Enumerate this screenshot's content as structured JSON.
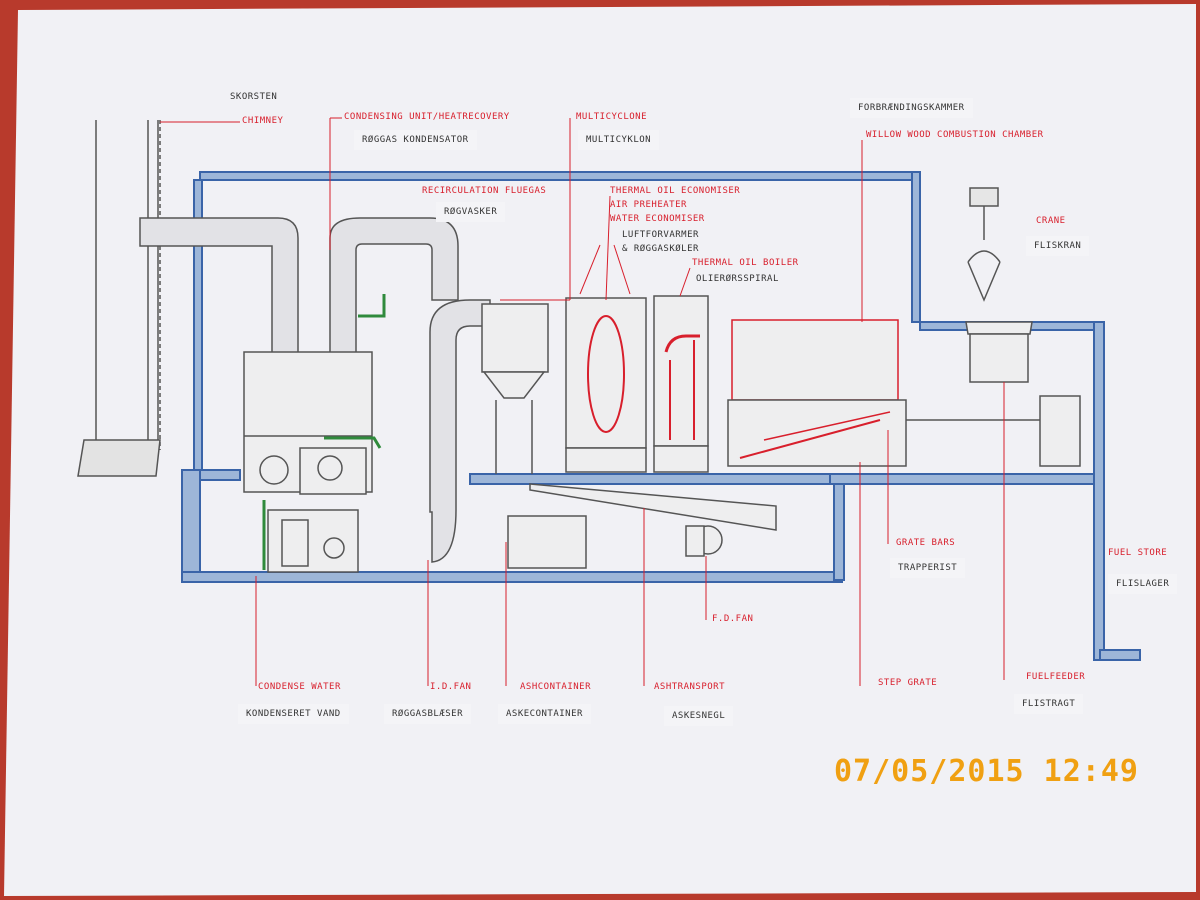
{
  "labels": {
    "skorsten": "SKORSTEN",
    "chimney": "CHIMNEY",
    "condensing_unit": "CONDENSING UNIT/HEATRECOVERY",
    "roggas_kondensator": "RØGGAS KONDENSATOR",
    "multicyclone": "MULTICYCLONE",
    "multicyklon": "MULTICYKLON",
    "forbraendingskammer": "FORBRÆNDINGSKAMMER",
    "willow_chamber": "WILLOW WOOD COMBUSTION CHAMBER",
    "recirculation": "RECIRCULATION FLUEGAS",
    "rogvasker": "RØGVASKER",
    "thermal_oil_economiser": "THERMAL OIL ECONOMISER",
    "air_preheater": "AIR PREHEATER",
    "water_economiser": "WATER ECONOMISER",
    "luftforvarmer": "LUFTFORVARMER",
    "roggaskoler": "& RØGGASKØLER",
    "thermal_oil_boiler": "THERMAL OIL BOILER",
    "olierorsspiral": "OLIERØRSSPIRAL",
    "crane": "CRANE",
    "fliskran": "FLISKRAN",
    "grate_bars": "GRATE BARS",
    "trapperist": "TRAPPERIST",
    "fuel_store": "FUEL STORE",
    "flislager": "FLISLAGER",
    "fd_fan": "F.D.FAN",
    "condense_water": "CONDENSE WATER",
    "kondenseret_vand": "KONDENSERET VAND",
    "id_fan": "I.D.FAN",
    "roggasblaeser": "RØGGASBLÆSER",
    "ashcontainer": "ASHCONTAINER",
    "askecontainer": "ASKECONTAINER",
    "ashtransport": "ASHTRANSPORT",
    "askesnegl": "ASKESNEGL",
    "step_grate": "STEP GRATE",
    "fuelfeeder": "FUELFEEDER",
    "flistragt": "FLISTRAGT"
  },
  "timestamp": "07/05/2015  12:49",
  "colors": {
    "frame": "#b83a2c",
    "paper": "#f1f1f5",
    "building": "#3a64a8",
    "annotation": "#d81f2c",
    "equipment": "#5a5a5a",
    "condensate_pipe": "#2f8a3c",
    "stamp": "#f0a012"
  }
}
